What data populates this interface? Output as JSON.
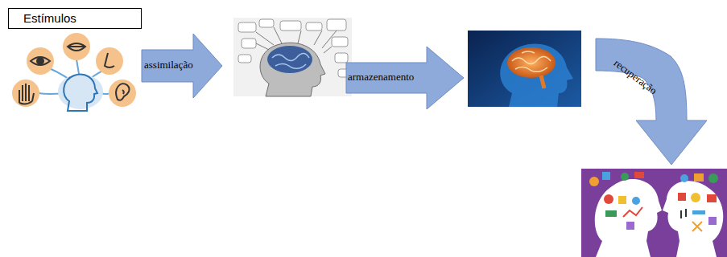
{
  "diagram": {
    "nodes": [
      {
        "text": [
          "Estímulos"
        ]
      },
      {
        "text": [
          "assimilação"
        ]
      },
      {
        "text": [
          "armazenamento"
        ]
      },
      {
        "text": [
          "recuperação"
        ]
      }
    ]
  }
}
